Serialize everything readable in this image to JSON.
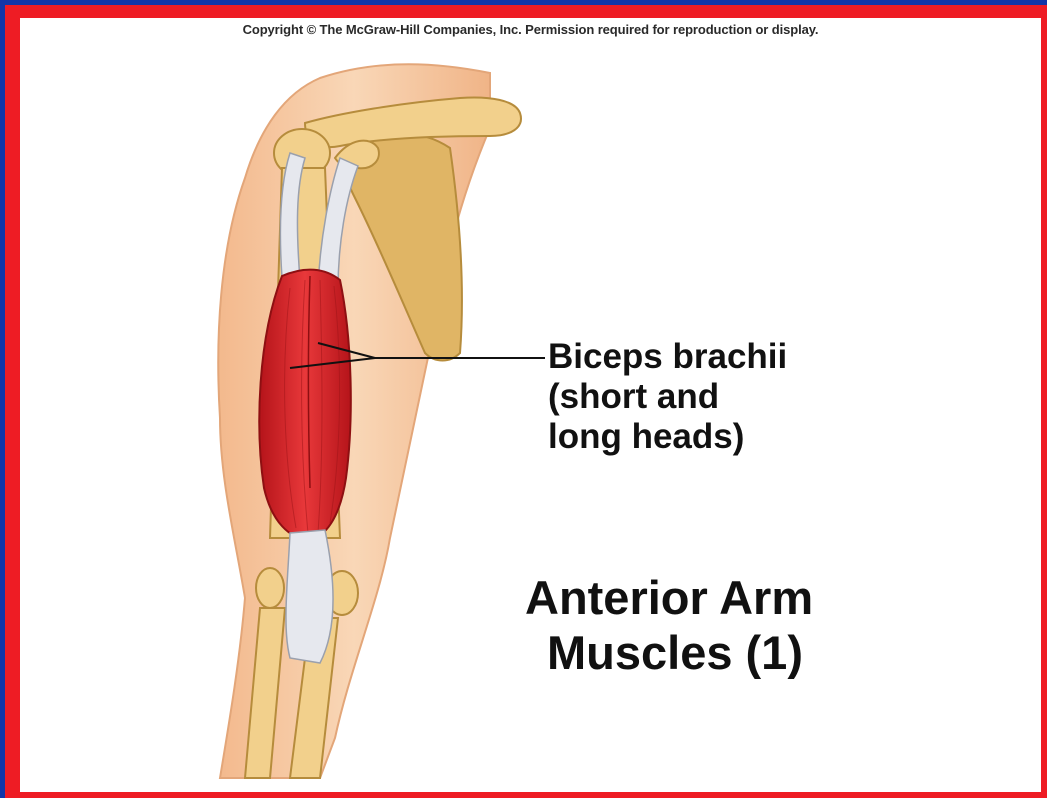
{
  "copyright": "Copyright © The McGraw-Hill Companies, Inc. Permission required for reproduction or display.",
  "label": {
    "line1": "Biceps brachii",
    "line2": "(short and",
    "line3": "long heads)"
  },
  "title": {
    "line1": "Anterior Arm",
    "line2": "Muscles (1)"
  },
  "colors": {
    "outer_frame": "#1236a8",
    "border": "#ee1c24",
    "background": "#ffffff",
    "skin": "#f6c9a3",
    "bone": "#f2d08c",
    "scapula": "#e0b565",
    "muscle": "#d8262a",
    "tendon": "#e6e8ee"
  }
}
